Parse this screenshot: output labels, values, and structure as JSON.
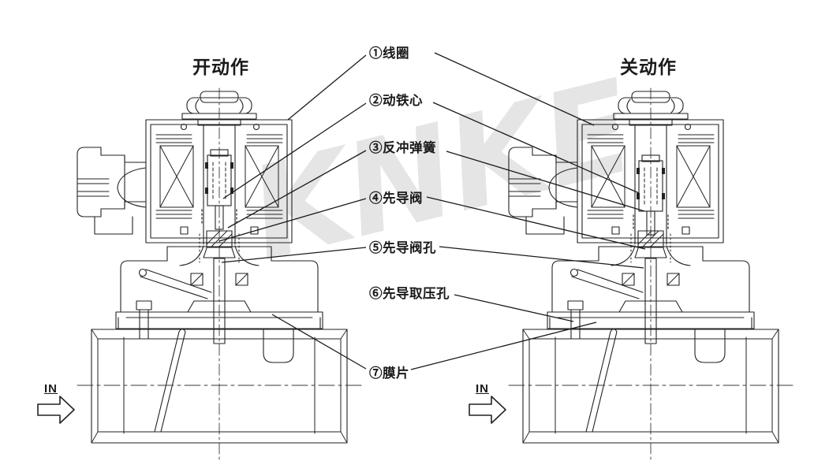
{
  "titles": {
    "left": "开动作",
    "right": "关动作"
  },
  "watermark": {
    "text": "KNKE",
    "color": "#e5e5e5"
  },
  "flow": {
    "in_label": "IN"
  },
  "parts": [
    {
      "label": "①线圈"
    },
    {
      "label": "②动铁心"
    },
    {
      "label": "③反冲弹簧"
    },
    {
      "label": "④先导阀"
    },
    {
      "label": "⑤先导阀孔"
    },
    {
      "label": "⑥先导取压孔"
    },
    {
      "label": "⑦膜片"
    }
  ],
  "colors": {
    "line": "#222222",
    "leader_line": "#1a1a1a",
    "background": "#ffffff"
  }
}
